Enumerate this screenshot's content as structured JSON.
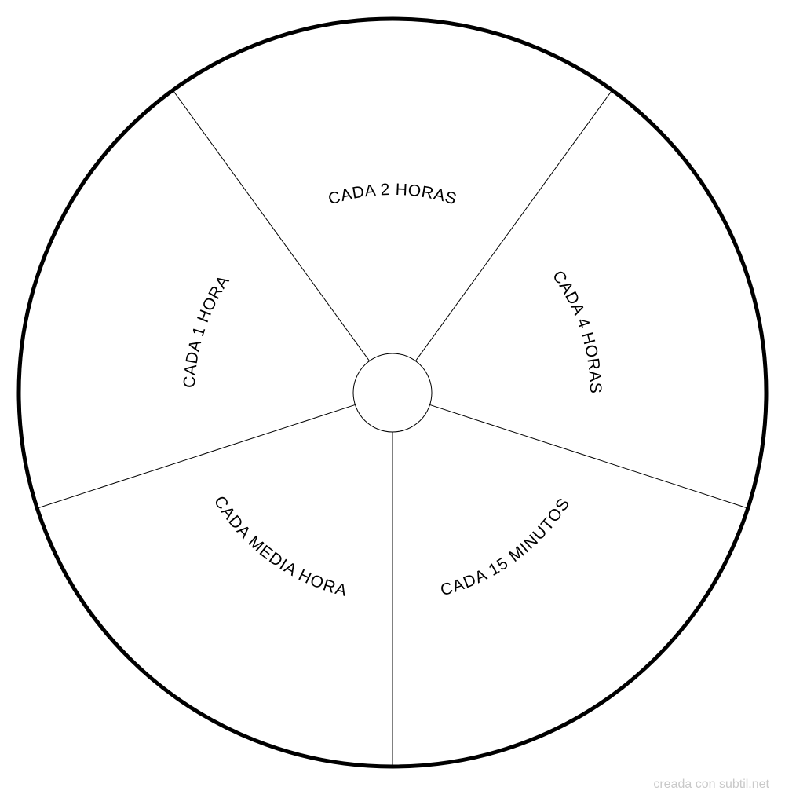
{
  "wheel": {
    "segments": [
      {
        "label": "CADA 2 HORAS",
        "reversed": false
      },
      {
        "label": "CADA 4 HORAS",
        "reversed": false
      },
      {
        "label": "CADA 15 MINUTOS",
        "reversed": true
      },
      {
        "label": "CADA MEDIA HORA",
        "reversed": true
      },
      {
        "label": "CADA 1 HORA",
        "reversed": false
      }
    ]
  },
  "footer": {
    "credit": "creada con subtil.net"
  }
}
